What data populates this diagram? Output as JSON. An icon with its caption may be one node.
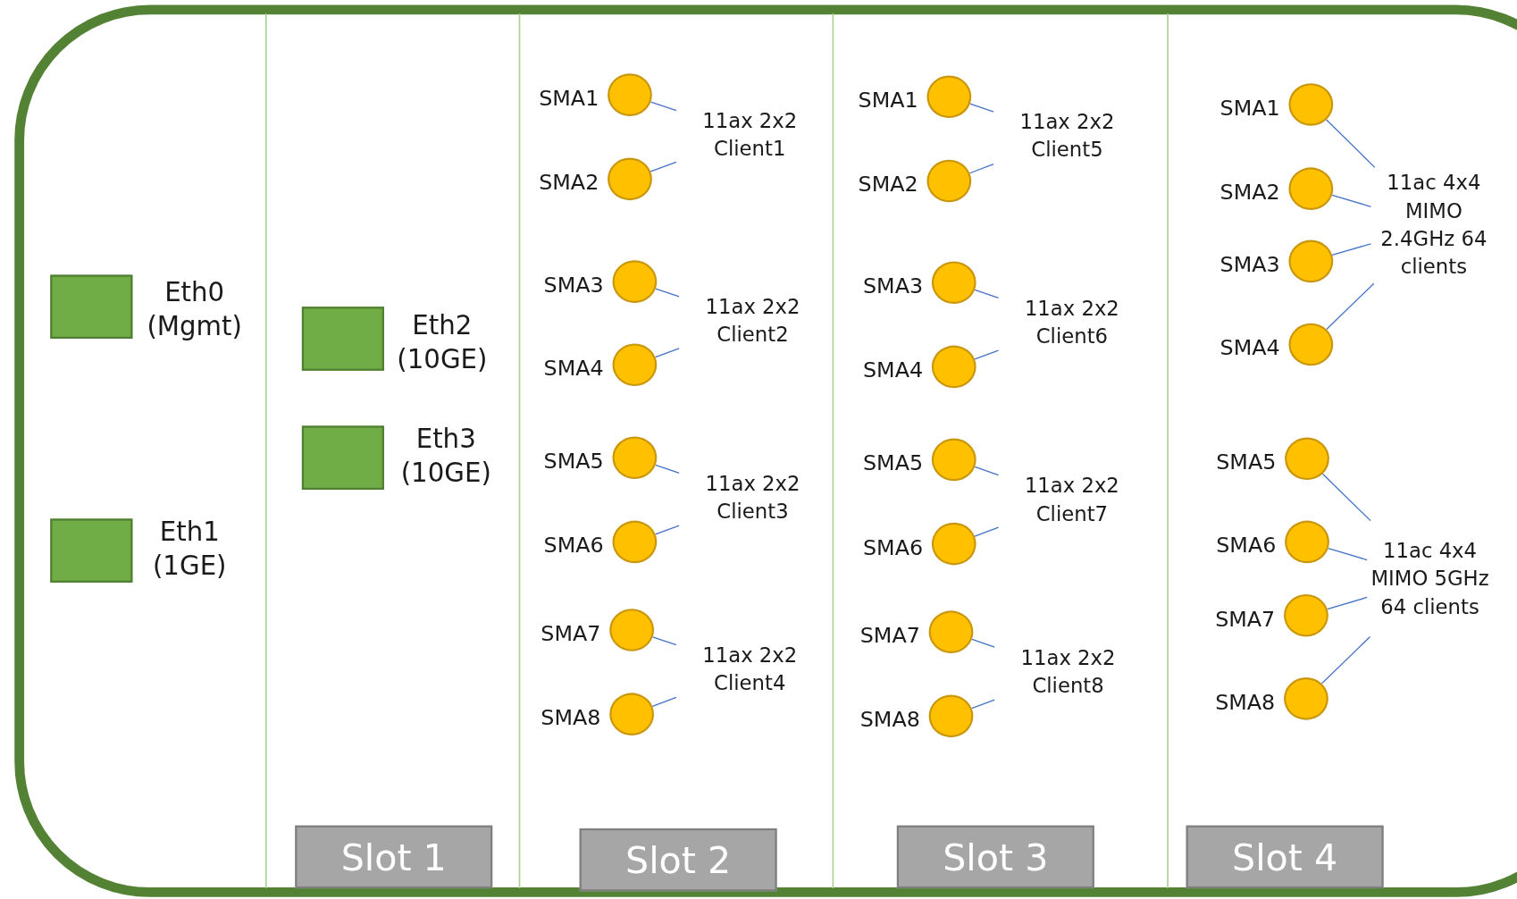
{
  "diagram": {
    "nodes": [
      {
        "text": [],
        "shape": "box",
        "beside": [
          "Eth0 (Mgmt)"
        ]
      },
      {
        "text": [],
        "shape": "box",
        "beside": [
          "Eth1 (1GE)"
        ]
      },
      {
        "text": [],
        "shape": "box",
        "beside": [
          "Eth2 (10GE)"
        ]
      },
      {
        "text": [],
        "shape": "box",
        "beside": [
          "Eth3 (10GE)"
        ]
      },
      {
        "text": [
          "Slot 1"
        ]
      },
      {
        "text": [],
        "shape": "circle",
        "beside": [
          "SMA1"
        ]
      },
      {
        "text": [],
        "shape": "circle",
        "beside": [
          "SMA2"
        ]
      },
      {
        "text": [],
        "shape": "circle",
        "beside": [
          "SMA3"
        ]
      },
      {
        "text": [],
        "shape": "circle",
        "beside": [
          "SMA4"
        ]
      },
      {
        "text": [],
        "shape": "circle",
        "beside": [
          "SMA5"
        ]
      },
      {
        "text": [],
        "shape": "circle",
        "beside": [
          "SMA6"
        ]
      },
      {
        "text": [],
        "shape": "circle",
        "beside": [
          "SMA7"
        ]
      },
      {
        "text": [],
        "shape": "circle",
        "beside": [
          "SMA8"
        ]
      },
      {
        "text": [
          "11ax 2x2 Client1"
        ]
      },
      {
        "text": [
          "11ax 2x2 Client2"
        ]
      },
      {
        "text": [
          "11ax 2x2 Client3"
        ]
      },
      {
        "text": [
          "11ax 2x2 Client4"
        ]
      },
      {
        "text": [
          "Slot 2"
        ]
      },
      {
        "text": [],
        "shape": "circle",
        "beside": [
          "SMA1"
        ]
      },
      {
        "text": [],
        "shape": "circle",
        "beside": [
          "SMA2"
        ]
      },
      {
        "text": [],
        "shape": "circle",
        "beside": [
          "SMA3"
        ]
      },
      {
        "text": [],
        "shape": "circle",
        "beside": [
          "SMA4"
        ]
      },
      {
        "text": [],
        "shape": "circle",
        "beside": [
          "SMA5"
        ]
      },
      {
        "text": [],
        "shape": "circle",
        "beside": [
          "SMA6"
        ]
      },
      {
        "text": [],
        "shape": "circle",
        "beside": [
          "SMA7"
        ]
      },
      {
        "text": [],
        "shape": "circle",
        "beside": [
          "SMA8"
        ]
      },
      {
        "text": [
          "11ax 2x2 Client5"
        ]
      },
      {
        "text": [
          "11ax 2x2 Client6"
        ]
      },
      {
        "text": [
          "11ax 2x2 Client7"
        ]
      },
      {
        "text": [
          "11ax 2x2 Client8"
        ]
      },
      {
        "text": [
          "Slot 3"
        ]
      },
      {
        "text": [],
        "shape": "circle",
        "beside": [
          "SMA1"
        ]
      },
      {
        "text": [],
        "shape": "circle",
        "beside": [
          "SMA2"
        ]
      },
      {
        "text": [],
        "shape": "circle",
        "beside": [
          "SMA3"
        ]
      },
      {
        "text": [],
        "shape": "circle",
        "beside": [
          "SMA4"
        ]
      },
      {
        "text": [],
        "shape": "circle",
        "beside": [
          "SMA5"
        ]
      },
      {
        "text": [],
        "shape": "circle",
        "beside": [
          "SMA6"
        ]
      },
      {
        "text": [],
        "shape": "circle",
        "beside": [
          "SMA7"
        ]
      },
      {
        "text": [],
        "shape": "circle",
        "beside": [
          "SMA8"
        ]
      },
      {
        "text": [
          "11ac 4x4 MIMO 2.4GHz 64 clients"
        ]
      },
      {
        "text": [
          "11ac 4x4 MIMO 5GHz 64 clients"
        ]
      },
      {
        "text": [
          "Slot 4"
        ]
      }
    ],
    "edges": [
      {
        "from": 5,
        "to": 13,
        "arrow": "none"
      },
      {
        "from": 6,
        "to": 13,
        "arrow": "none"
      },
      {
        "from": 7,
        "to": 14,
        "arrow": "none"
      },
      {
        "from": 8,
        "to": 14,
        "arrow": "none"
      },
      {
        "from": 9,
        "to": 15,
        "arrow": "none"
      },
      {
        "from": 10,
        "to": 15,
        "arrow": "none"
      },
      {
        "from": 11,
        "to": 16,
        "arrow": "none"
      },
      {
        "from": 12,
        "to": 16,
        "arrow": "none"
      },
      {
        "from": 18,
        "to": 26,
        "arrow": "none"
      },
      {
        "from": 19,
        "to": 26,
        "arrow": "none"
      },
      {
        "from": 20,
        "to": 27,
        "arrow": "none"
      },
      {
        "from": 21,
        "to": 27,
        "arrow": "none"
      },
      {
        "from": 22,
        "to": 28,
        "arrow": "none"
      },
      {
        "from": 23,
        "to": 28,
        "arrow": "none"
      },
      {
        "from": 24,
        "to": 29,
        "arrow": "none"
      },
      {
        "from": 25,
        "to": 29,
        "arrow": "none"
      },
      {
        "from": 31,
        "to": 39,
        "arrow": "none"
      },
      {
        "from": 32,
        "to": 39,
        "arrow": "none"
      },
      {
        "from": 33,
        "to": 39,
        "arrow": "none"
      },
      {
        "from": 34,
        "to": 39,
        "arrow": "none"
      },
      {
        "from": 35,
        "to": 40,
        "arrow": "none"
      },
      {
        "from": 36,
        "to": 40,
        "arrow": "none"
      },
      {
        "from": 37,
        "to": 40,
        "arrow": "none"
      },
      {
        "from": 38,
        "to": 40,
        "arrow": "none"
      }
    ]
  }
}
